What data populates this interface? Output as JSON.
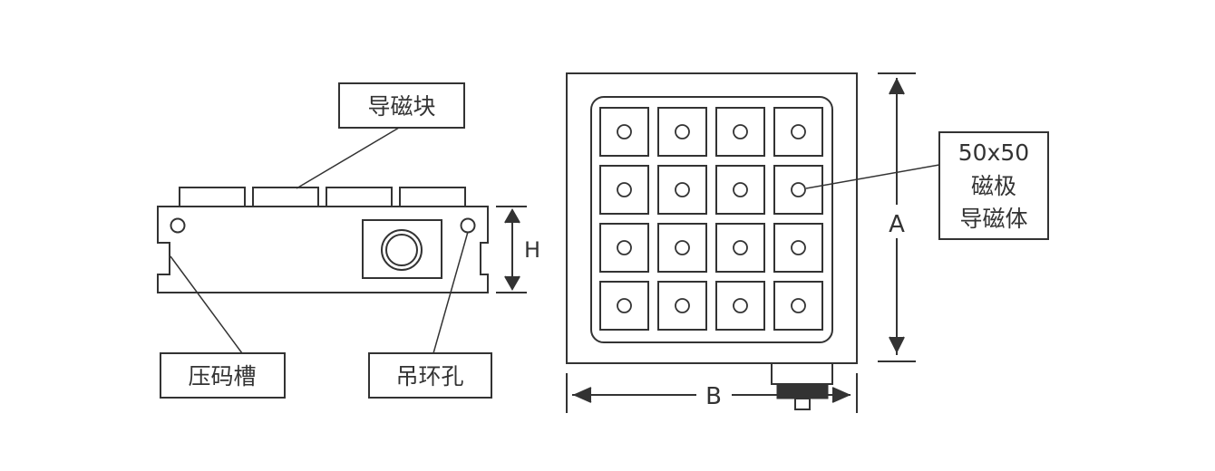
{
  "side_view": {
    "guide_block_label": "导磁块",
    "clamp_slot_label": "压码槽",
    "lifting_hole_label": "吊环孔",
    "height_dim_label": "H"
  },
  "top_view": {
    "pole_callout_line1": "50x50",
    "pole_callout_line2": "磁极",
    "pole_callout_line3": "导磁体",
    "length_dim_label": "A",
    "width_dim_label": "B"
  },
  "colors": {
    "line": "#333333",
    "background": "#ffffff"
  }
}
